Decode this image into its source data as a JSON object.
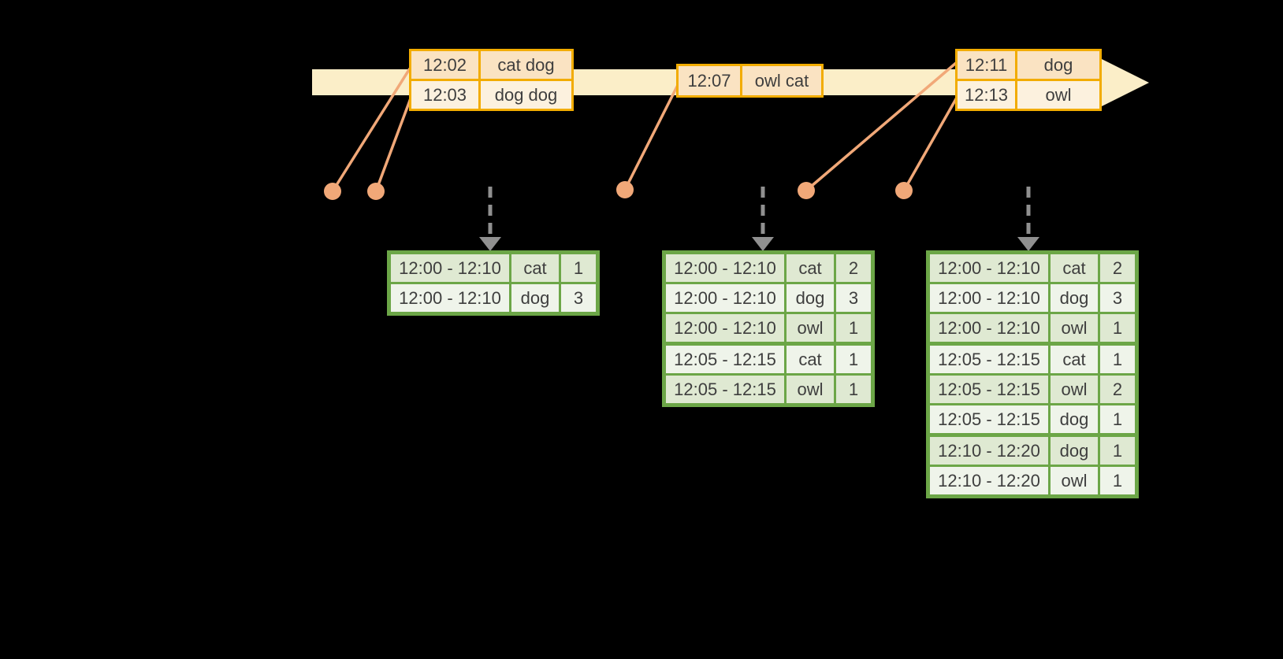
{
  "diagram": {
    "kind": "windowed-word-count-streaming-diagram",
    "colors": {
      "background": "#000000",
      "timeline": "#FBEEC8",
      "event_table_border": "#F2AC00",
      "event_row_dark": "#FAE3C2",
      "event_row_light": "#FCF1DE",
      "connector": "#F1A878",
      "trigger_arrow": "#909090",
      "result_table_border": "#6CA647",
      "result_row_dark": "#DFE9D2",
      "result_row_light": "#EFF4EA",
      "text": "#3E3E3E"
    },
    "event_tables": [
      {
        "rows": [
          {
            "time": "12:02",
            "words": "cat dog"
          },
          {
            "time": "12:03",
            "words": "dog dog"
          }
        ]
      },
      {
        "rows": [
          {
            "time": "12:07",
            "words": "owl cat"
          }
        ]
      },
      {
        "rows": [
          {
            "time": "12:11",
            "words": "dog"
          },
          {
            "time": "12:13",
            "words": "owl"
          }
        ]
      }
    ],
    "result_tables": [
      {
        "rows": [
          {
            "window": "12:00 - 12:10",
            "word": "cat",
            "count": "1"
          },
          {
            "window": "12:00 - 12:10",
            "word": "dog",
            "count": "3"
          }
        ]
      },
      {
        "rows": [
          {
            "window": "12:00 - 12:10",
            "word": "cat",
            "count": "2"
          },
          {
            "window": "12:00 - 12:10",
            "word": "dog",
            "count": "3"
          },
          {
            "window": "12:00 - 12:10",
            "word": "owl",
            "count": "1"
          },
          {
            "window": "12:05 - 12:15",
            "word": "cat",
            "count": "1"
          },
          {
            "window": "12:05 - 12:15",
            "word": "owl",
            "count": "1"
          }
        ]
      },
      {
        "rows": [
          {
            "window": "12:00 - 12:10",
            "word": "cat",
            "count": "2"
          },
          {
            "window": "12:00 - 12:10",
            "word": "dog",
            "count": "3"
          },
          {
            "window": "12:00 - 12:10",
            "word": "owl",
            "count": "1"
          },
          {
            "window": "12:05 - 12:15",
            "word": "cat",
            "count": "1"
          },
          {
            "window": "12:05 - 12:15",
            "word": "owl",
            "count": "2"
          },
          {
            "window": "12:05 - 12:15",
            "word": "dog",
            "count": "1"
          },
          {
            "window": "12:10 - 12:20",
            "word": "dog",
            "count": "1"
          },
          {
            "window": "12:10 - 12:20",
            "word": "owl",
            "count": "1"
          }
        ]
      }
    ]
  }
}
